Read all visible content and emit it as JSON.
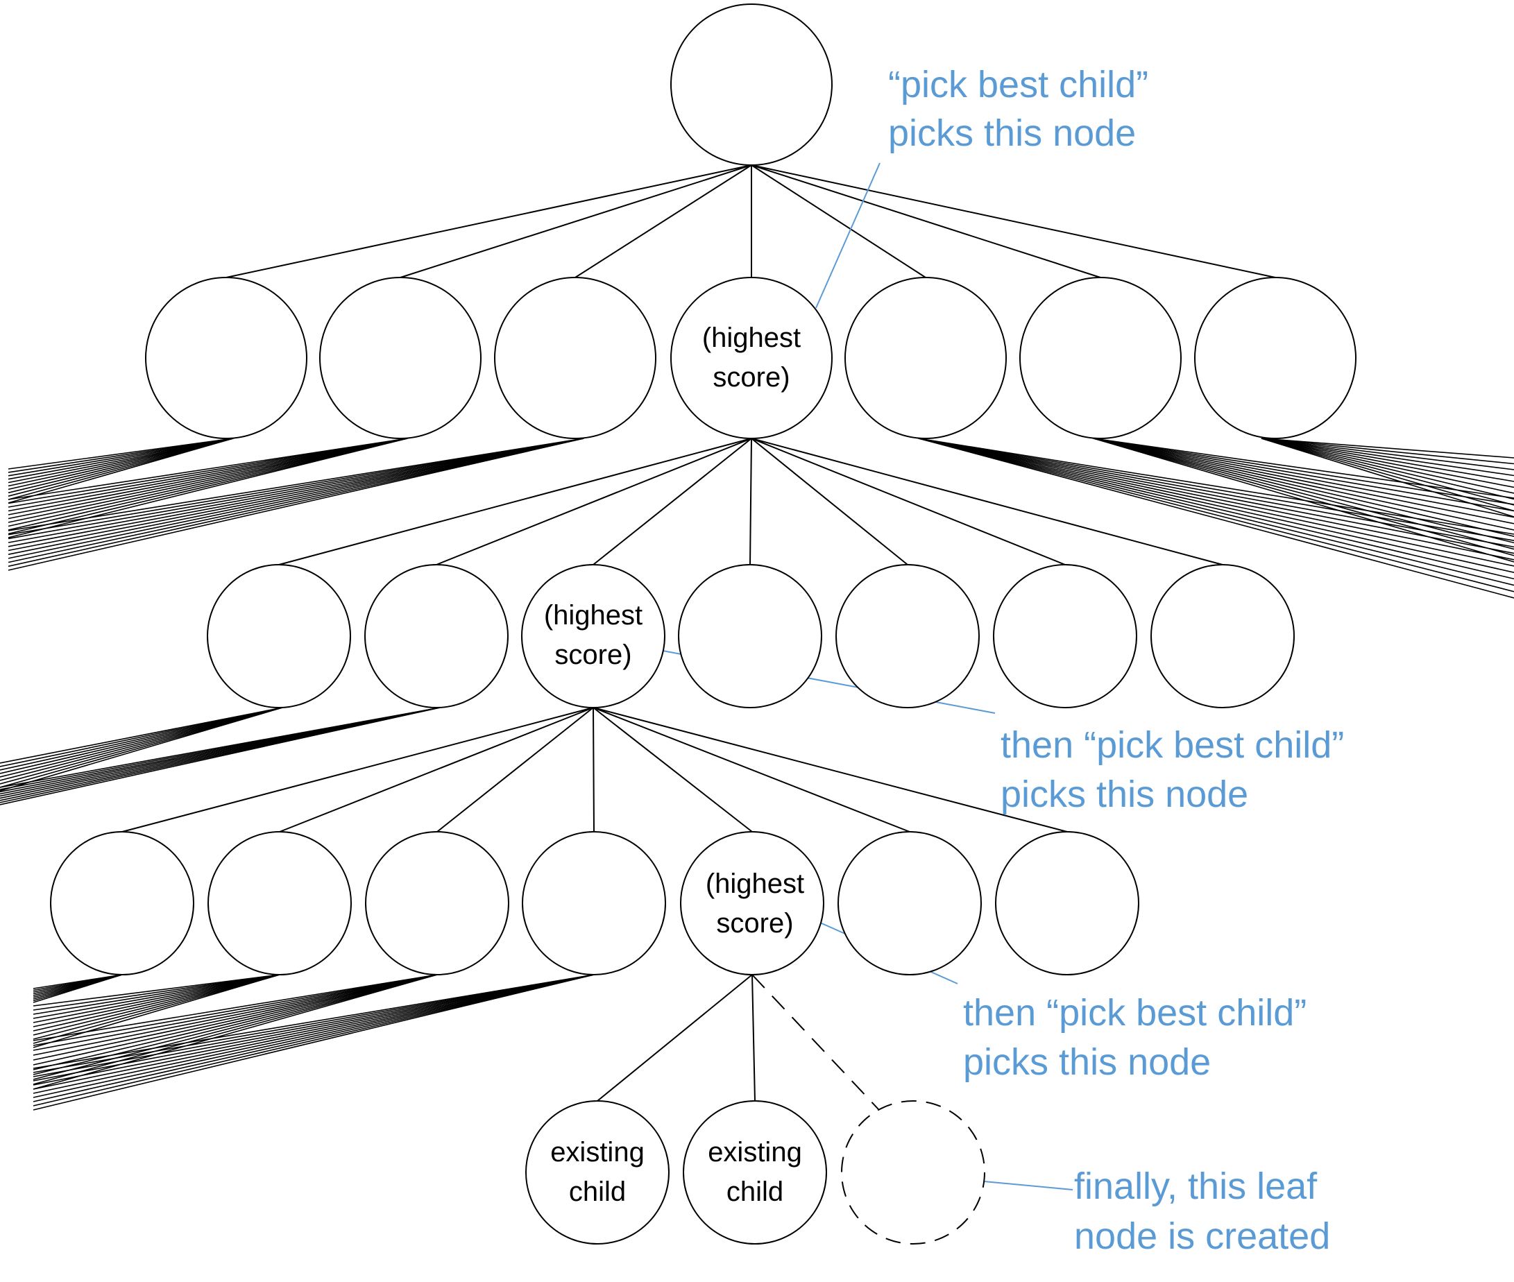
{
  "diagram": {
    "root_label": "",
    "level1_highest_label": [
      "(highest",
      "score)"
    ],
    "level2_highest_label": [
      "(highest",
      "score)"
    ],
    "level3_highest_label": [
      "(highest",
      "score)"
    ],
    "existing_child_1": [
      "existing",
      "child"
    ],
    "existing_child_2": [
      "existing",
      "child"
    ],
    "callout_1": [
      "“pick best child”",
      "picks this node"
    ],
    "callout_2": [
      "then “pick best child”",
      "picks this node"
    ],
    "callout_3": [
      "then “pick best child”",
      "picks this node"
    ],
    "callout_4": [
      "finally, this leaf",
      "node is created"
    ],
    "colors": {
      "callout": "#5b9bd5",
      "outline": "#000000",
      "background": "#ffffff"
    }
  }
}
